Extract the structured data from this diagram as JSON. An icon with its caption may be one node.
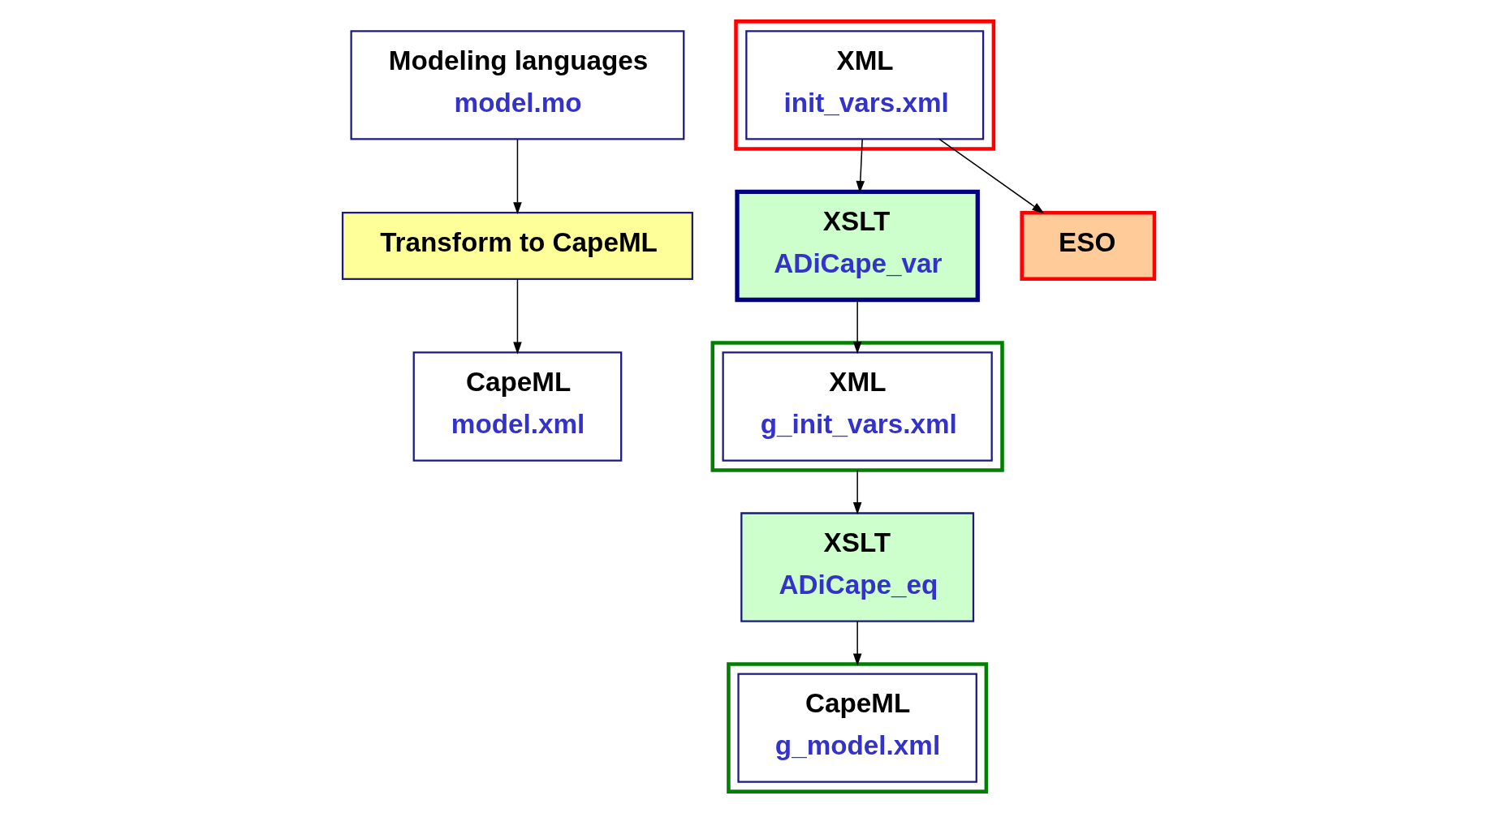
{
  "diagram": {
    "nodes": [
      {
        "text": [
          "Modeling languages",
          "model.mo"
        ]
      },
      {
        "text": [
          "Transform to CapeML"
        ]
      },
      {
        "text": [],
        "shape": "box"
      },
      {
        "text": [],
        "shape": "box"
      },
      {
        "text": [
          "CapeML",
          "model.xml"
        ]
      },
      {
        "text": [
          "XML",
          "g_init_vars.xml"
        ],
        "in": 3
      },
      {
        "text": [
          "XML",
          "init_vars.xml"
        ],
        "in": 2
      },
      {
        "text": [
          "XSLT",
          "ADiCape_var"
        ]
      },
      {
        "text": [
          "XSLT",
          "ADiCape_eq"
        ]
      },
      {
        "text": [],
        "shape": "box"
      },
      {
        "text": [
          "CapeML",
          "g_model.xml"
        ],
        "in": 9
      },
      {
        "text": [
          "ESO"
        ]
      }
    ],
    "edges": [
      {
        "from": 0,
        "to": 1,
        "arrow": "to"
      },
      {
        "from": 1,
        "to": 4,
        "arrow": "to"
      },
      {
        "from": 3,
        "to": 8,
        "arrow": "to"
      },
      {
        "from": 8,
        "to": 9,
        "arrow": "to"
      },
      {
        "from": 6,
        "to": 7,
        "arrow": "to"
      },
      {
        "from": 7,
        "to": 5,
        "arrow": "to"
      },
      {
        "from": 6,
        "to": 11,
        "arrow": "to"
      }
    ]
  }
}
